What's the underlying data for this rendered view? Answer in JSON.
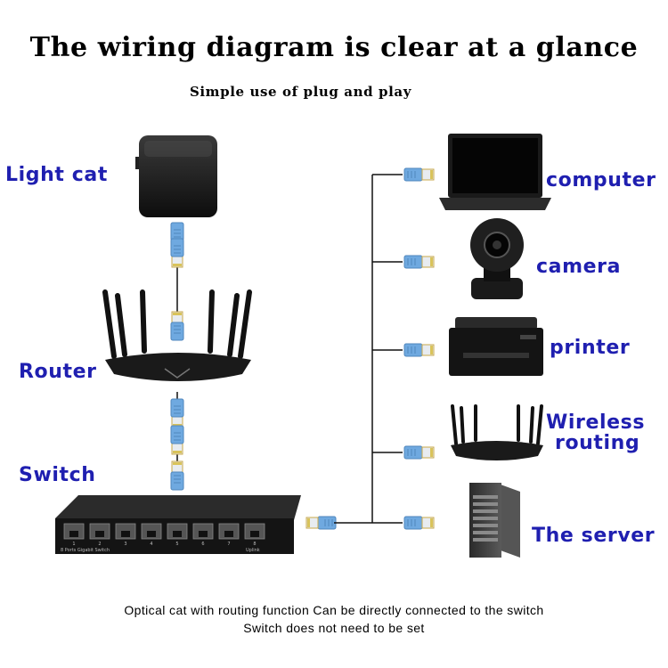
{
  "title": "The wiring diagram is clear at a glance",
  "subtitle": "Simple use of plug and play",
  "devices_left": {
    "light_cat": "Light cat",
    "router": "Router",
    "switch": "Switch"
  },
  "devices_right": {
    "computer": "computer",
    "camera": "camera",
    "printer": "printer",
    "wireless_line1": "Wireless",
    "wireless_line2": "routing",
    "server": "The server"
  },
  "switch_panel": {
    "port_numbers": [
      "1",
      "2",
      "3",
      "4",
      "5",
      "6",
      "7",
      "8"
    ],
    "model_text": "8 Ports Gigabit Switch",
    "uplink_text": "Uplink"
  },
  "footer": {
    "line1": "Optical cat with routing function Can be directly connected to the switch",
    "line2": "Switch does not need to be set"
  },
  "colors": {
    "label": "#1f1fb0",
    "cable": "#6fa9e0",
    "plug_gold": "#d9c35a",
    "device": "#1a1a1a"
  }
}
